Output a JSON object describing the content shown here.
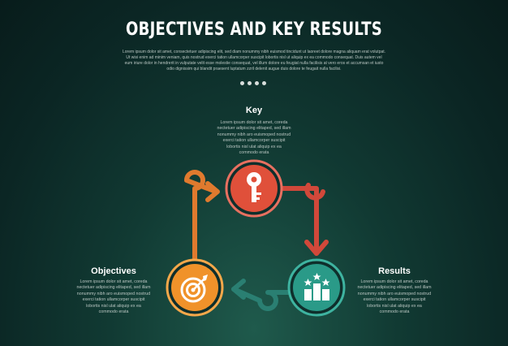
{
  "title": "OBJECTIVES AND KEY RESULTS",
  "subtitle": "Lorem ipsum dolor sit amet, consectetuer adipiscing elit, sed diam nonummy nibh euismod tincidunt ut laoreet dolore magna aliquam erat volutpat. Ut wisi enim ad minim veniam, quis nostrud exerci tation ullamcorper suscipit lobortis nisl ut aliquip ex ea commodo consequat. Duis autem vel eum iriure dolor in hendrerit in vulputate velit esse molestie consequat, vel illum dolore eu feugiat nulla facilisis at vero eros et accumsan et iusto odio dignissim qui blandit praesent luptatum zzril delenit augue duis dolore te feugait nulla facilisi.",
  "pagination": {
    "count": 4
  },
  "nodes": {
    "key": {
      "label": "Key",
      "description": "Lorem ipsum dolor sit amet, coreda nectetuer adipiscing elitaped, sed illam nonummy nibh aro euismoped nostrud exerci tation ullamcorper suscipit lobortis nisl ulat aliquip ex ea commodo erata",
      "icon": "key-icon",
      "color": "#e0503a"
    },
    "results": {
      "label": "Results",
      "description": "Lorem ipsum dolor sit amet, coreda nectetuer adipiscing elitaped, sed illam nonummy nibh aro euismoped nostrud exerci tation ullamcorper suscipit lobortis nisl ulat aliquip ex ea commodo erata",
      "icon": "podium-icon",
      "color": "#2a9a88"
    },
    "objectives": {
      "label": "Objectives",
      "description": "Lorem ipsum dolor sit amet, coreda nectetuer adipiscing elitaped, sed illam nonummy nibh aro euismoped nostrud exerci tation ullamcorper suscipit lobortis nisl ulat aliquip ex ea commodo erata",
      "icon": "target-icon",
      "color": "#f0922a"
    }
  },
  "colors": {
    "background": "#0f3330",
    "arrow_orange": "#e07a2e",
    "arrow_red": "#d1483a",
    "arrow_teal": "#2a7f72",
    "text_muted": "#b9c6c2"
  }
}
